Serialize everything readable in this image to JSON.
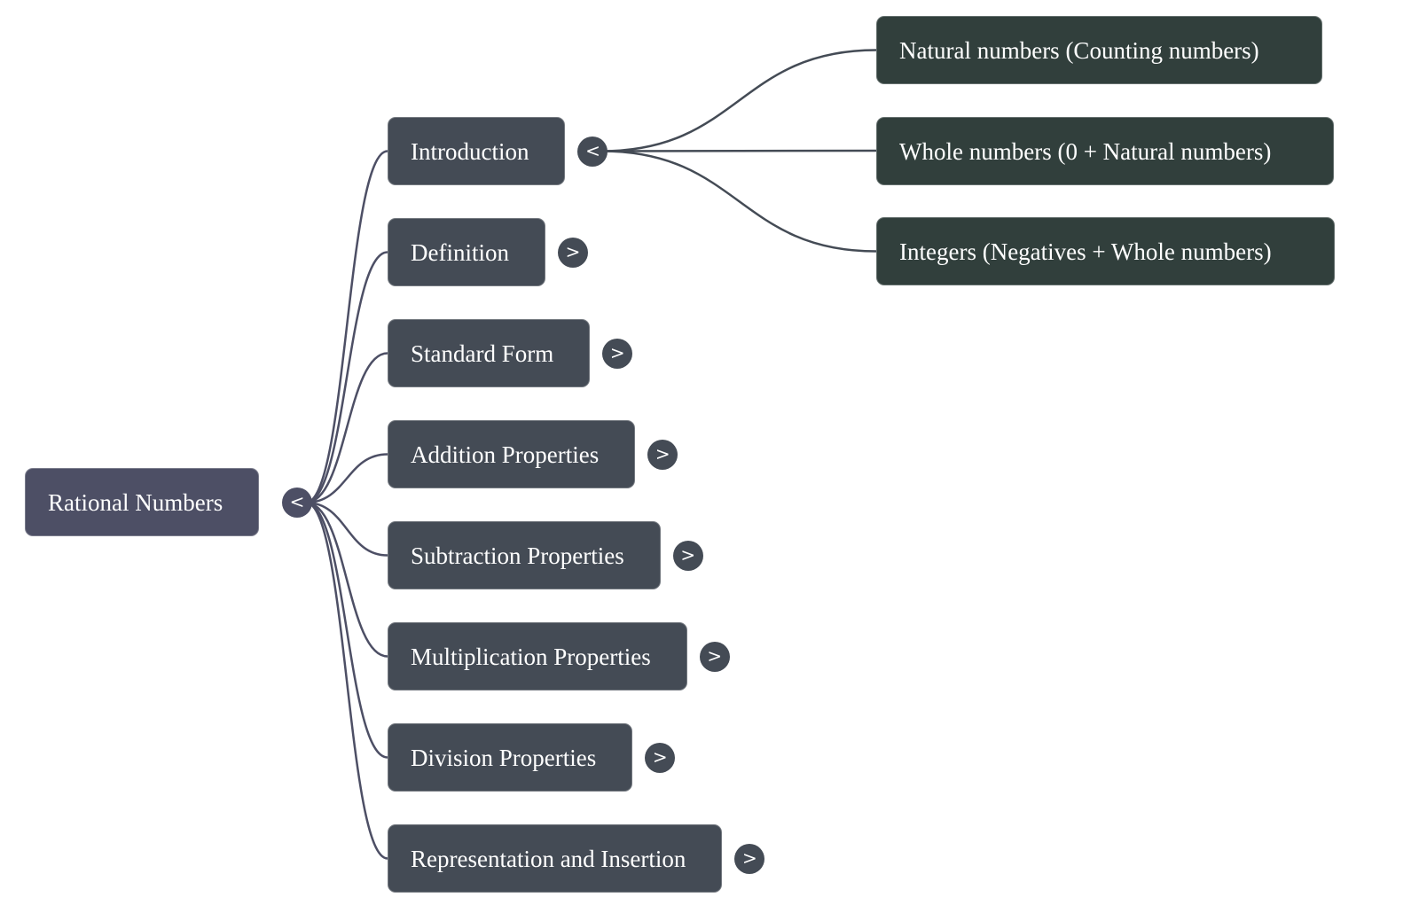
{
  "mindmap": {
    "root": {
      "label": "Rational Numbers",
      "toggle": "<",
      "expanded": true
    },
    "children": [
      {
        "label": "Introduction",
        "toggle": "<",
        "expanded": true,
        "children": [
          {
            "label": "Natural numbers (Counting numbers)"
          },
          {
            "label": "Whole numbers (0 + Natural numbers)"
          },
          {
            "label": "Integers (Negatives + Whole numbers)"
          }
        ]
      },
      {
        "label": "Definition",
        "toggle": ">",
        "expanded": false
      },
      {
        "label": "Standard Form",
        "toggle": ">",
        "expanded": false
      },
      {
        "label": "Addition Properties",
        "toggle": ">",
        "expanded": false
      },
      {
        "label": "Subtraction Properties",
        "toggle": ">",
        "expanded": false
      },
      {
        "label": "Multiplication Properties",
        "toggle": ">",
        "expanded": false
      },
      {
        "label": "Division Properties",
        "toggle": ">",
        "expanded": false
      },
      {
        "label": "Representation and Insertion",
        "toggle": ">",
        "expanded": false
      }
    ]
  },
  "colors": {
    "root": "#4d4f65",
    "level1": "#444b55",
    "level2": "#313f3c",
    "edge_root": "#4d4f65",
    "edge_level1": "#444b55"
  }
}
